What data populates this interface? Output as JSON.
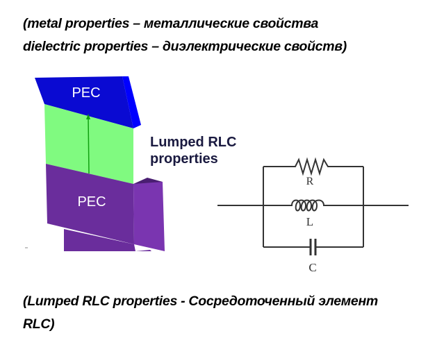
{
  "captions": {
    "top": {
      "line1": "(metal properties – металлические свойства",
      "line2": "dielectric properties – диэлектрические свойств)"
    },
    "bottom": {
      "line1": "(Lumped RLC properties - Сосредоточенный элемент",
      "line2": "RLC)"
    }
  },
  "model": {
    "top_block_label": "PEC",
    "bottom_block_label": "PEC",
    "rlc_label_line1": "Lumped RLC",
    "rlc_label_line2": "properties",
    "colors": {
      "top_pec": "#0a0ad2",
      "lumped_element": "#80fa80",
      "bottom_pec": "#6a2d9c"
    }
  },
  "circuit": {
    "resistor_label": "R",
    "inductor_label": "L",
    "capacitor_label": "C"
  }
}
